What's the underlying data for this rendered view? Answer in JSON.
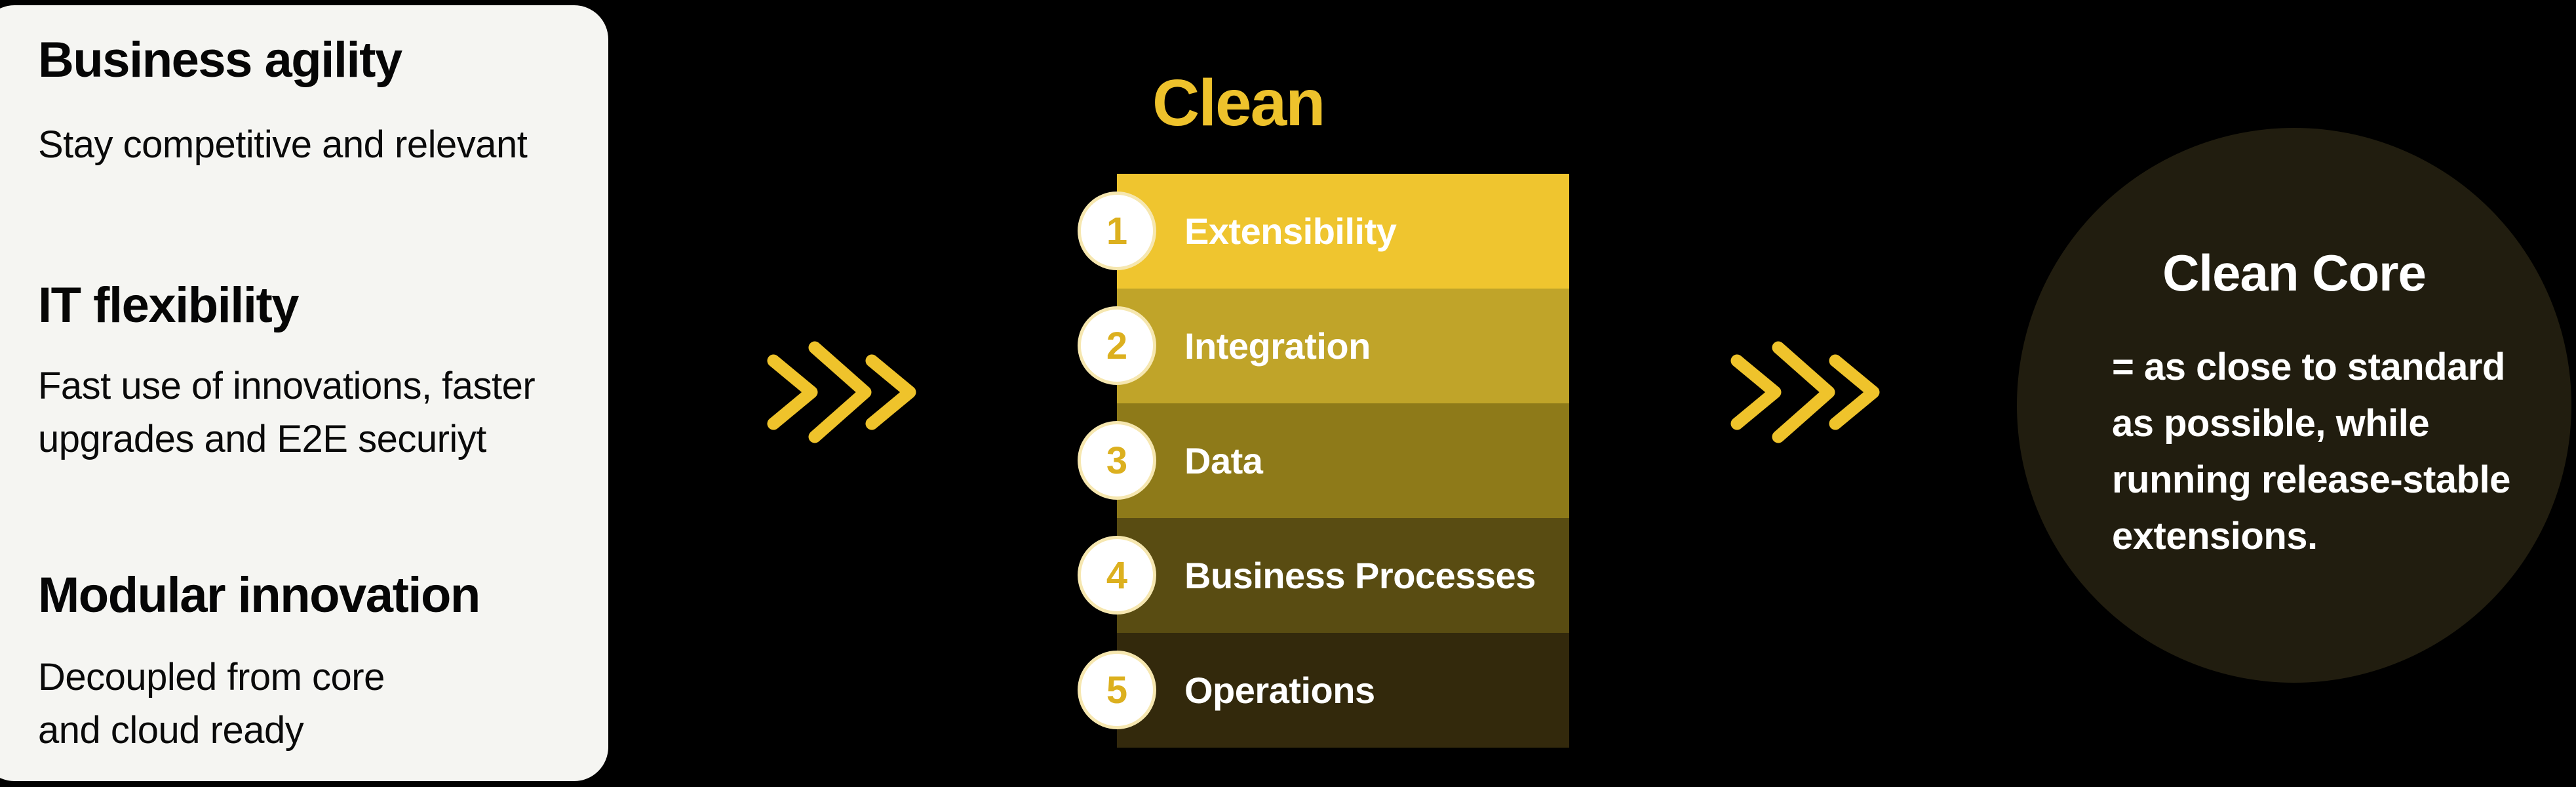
{
  "background_color": "#000000",
  "accent_color": "#EFC32B",
  "benefits_card": {
    "background_color": "#F5F5F2",
    "items": [
      {
        "heading": "Business agility",
        "body": "Stay competitive and relevant"
      },
      {
        "heading": "IT flexibility",
        "body": "Fast use of innovations, faster\nupgrades and E2E securiyt"
      },
      {
        "heading": "Modular innovation",
        "body": "Decoupled from core\nand cloud ready"
      }
    ]
  },
  "chevrons": {
    "color": "#EFC32B",
    "direction": "right",
    "count_per_group": 3
  },
  "clean_stack": {
    "title": "Clean",
    "title_color": "#EEC22C",
    "number_color": "#DCB01F",
    "layers": [
      {
        "number": "1",
        "label": "Extensibility",
        "color": "#EFC52F"
      },
      {
        "number": "2",
        "label": "Integration",
        "color": "#C0A429"
      },
      {
        "number": "3",
        "label": "Data",
        "color": "#8E7A19"
      },
      {
        "number": "4",
        "label": "Business Processes",
        "color": "#594C12"
      },
      {
        "number": "5",
        "label": "Operations",
        "color": "#33290C"
      }
    ]
  },
  "result_circle": {
    "background_color": "#211D0F",
    "heading": "Clean Core",
    "body": "= as close to standard\nas possible, while\nrunning release-stable\nextensions."
  }
}
